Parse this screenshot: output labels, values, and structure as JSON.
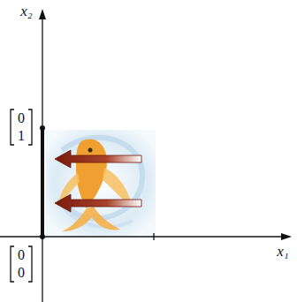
{
  "diagram": {
    "labels": [
      "x₂",
      "x₁",
      "0",
      "1",
      "0",
      "0"
    ]
  }
}
